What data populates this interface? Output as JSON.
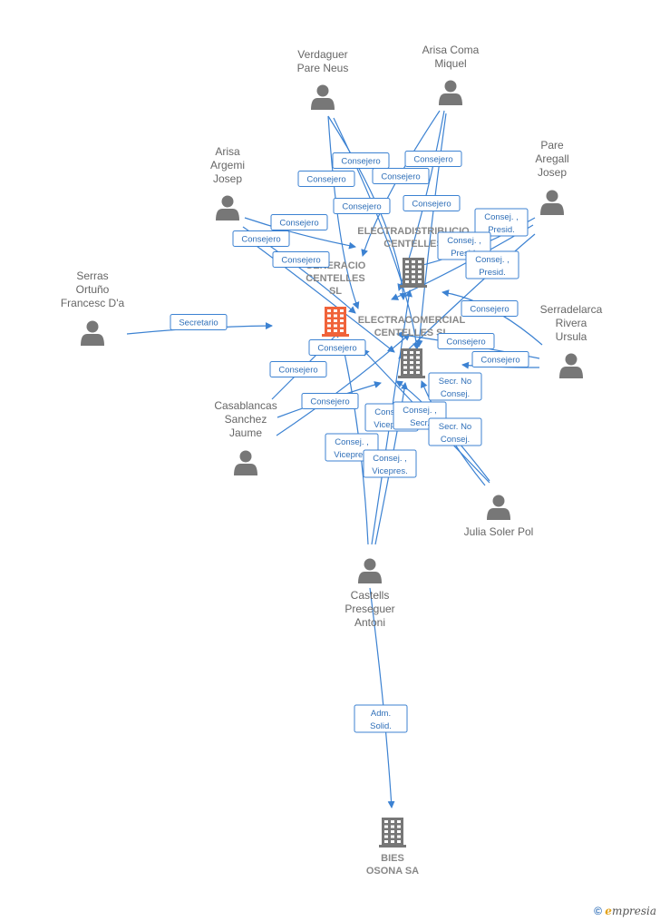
{
  "persons": [
    {
      "id": "verdaguer",
      "lines": [
        "Verdaguer",
        "Pare Neus"
      ]
    },
    {
      "id": "arisacoma",
      "lines": [
        "Arisa Coma",
        "Miquel"
      ]
    },
    {
      "id": "arisaargemi",
      "lines": [
        "Arisa",
        "Argemi",
        "Josep"
      ]
    },
    {
      "id": "parearegall",
      "lines": [
        "Pare",
        "Aregall",
        "Josep"
      ]
    },
    {
      "id": "serras",
      "lines": [
        "Serras",
        "Ortuño",
        "Francesc D'a"
      ]
    },
    {
      "id": "serradelarca",
      "lines": [
        "Serradelarca",
        "Rivera",
        "Ursula"
      ]
    },
    {
      "id": "casablancas",
      "lines": [
        "Casablancas",
        "Sanchez",
        "Jaume"
      ]
    },
    {
      "id": "julia",
      "lines": [
        "Julia Soler Pol"
      ]
    },
    {
      "id": "castells",
      "lines": [
        "Castells",
        "Preseguer",
        "Antoni"
      ]
    }
  ],
  "companies": [
    {
      "id": "distribucio",
      "lines": [
        "ELECTRADISTRIBUCIO",
        "CENTELLES"
      ],
      "highlight": false
    },
    {
      "id": "generacio",
      "lines": [
        "GENERACIO",
        "CENTELLES",
        "SL"
      ],
      "highlight": true
    },
    {
      "id": "comercial",
      "lines": [
        "ELECTRACOMERCIAL",
        "CENTELLES SL"
      ],
      "highlight": false
    },
    {
      "id": "bies",
      "lines": [
        "BIES",
        "OSONA SA"
      ],
      "highlight": false
    }
  ],
  "edge_labels": [
    {
      "id": "l1",
      "lines": [
        "Consejero"
      ]
    },
    {
      "id": "l2",
      "lines": [
        "Consejero"
      ]
    },
    {
      "id": "l3",
      "lines": [
        "Consejero"
      ]
    },
    {
      "id": "l4",
      "lines": [
        "Consejero"
      ]
    },
    {
      "id": "l5",
      "lines": [
        "Consejero"
      ]
    },
    {
      "id": "l6",
      "lines": [
        "Consejero"
      ]
    },
    {
      "id": "l7",
      "lines": [
        "Consejero"
      ]
    },
    {
      "id": "l8",
      "lines": [
        "Consejero"
      ]
    },
    {
      "id": "l9",
      "lines": [
        "Consejero"
      ]
    },
    {
      "id": "l10",
      "lines": [
        "Consej. ,",
        "Presid."
      ]
    },
    {
      "id": "l11",
      "lines": [
        "Consej. ,",
        "Presid."
      ]
    },
    {
      "id": "l12",
      "lines": [
        "Consej. ,",
        "Presid."
      ]
    },
    {
      "id": "l13",
      "lines": [
        "Secretario"
      ]
    },
    {
      "id": "l14",
      "lines": [
        "Consejero"
      ]
    },
    {
      "id": "l15",
      "lines": [
        "Consejero"
      ]
    },
    {
      "id": "l16",
      "lines": [
        "Consejero"
      ]
    },
    {
      "id": "l17",
      "lines": [
        "Consejero"
      ]
    },
    {
      "id": "l18",
      "lines": [
        "Consejero"
      ]
    },
    {
      "id": "l19",
      "lines": [
        "Consejero"
      ]
    },
    {
      "id": "l20",
      "lines": [
        "Secr.  No",
        "Consej."
      ]
    },
    {
      "id": "l21",
      "lines": [
        "Consej. ,",
        "Vicepres."
      ]
    },
    {
      "id": "l22",
      "lines": [
        "Consej. ,",
        "Secr."
      ]
    },
    {
      "id": "l23",
      "lines": [
        "Secr.  No",
        "Consej."
      ]
    },
    {
      "id": "l24",
      "lines": [
        "Consej. ,",
        "Vicepres."
      ]
    },
    {
      "id": "l25",
      "lines": [
        "Consej. ,",
        "Vicepres."
      ]
    },
    {
      "id": "l26",
      "lines": [
        "Adm.",
        "Solid."
      ]
    }
  ],
  "brand": {
    "copyright": "©",
    "initial": "e",
    "rest": "mpresia"
  },
  "colors": {
    "edge": "#3c82d2",
    "highlight": "#f0633a",
    "node": "#777777"
  }
}
